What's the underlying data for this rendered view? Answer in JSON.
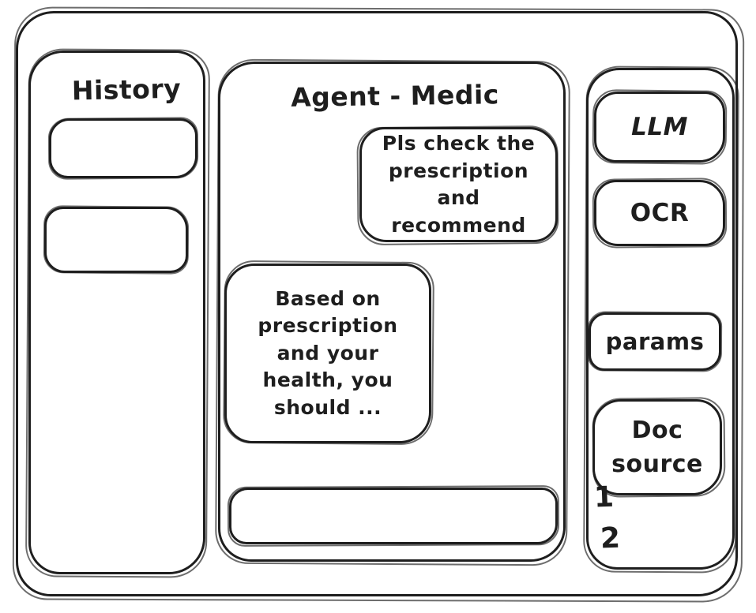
{
  "colors": {
    "stroke": "#1e1e1e",
    "background": "#ffffff"
  },
  "history_panel": {
    "title": "History",
    "items": [
      {
        "label": ""
      },
      {
        "label": ""
      }
    ]
  },
  "chat_panel": {
    "title": "Agent - Medic",
    "messages": [
      {
        "role": "user",
        "text": "Pls check the prescription and recommend"
      },
      {
        "role": "assistant",
        "text": "Based on prescription and your health, you should ..."
      }
    ],
    "input": {
      "value": "",
      "placeholder": ""
    }
  },
  "tools_panel": {
    "buttons": [
      {
        "id": "llm",
        "label": "LLM"
      },
      {
        "id": "ocr",
        "label": "OCR"
      },
      {
        "id": "params",
        "label": "params"
      },
      {
        "id": "doc-source",
        "label": "Doc source"
      }
    ],
    "doc_sources": [
      "1",
      "2"
    ]
  }
}
